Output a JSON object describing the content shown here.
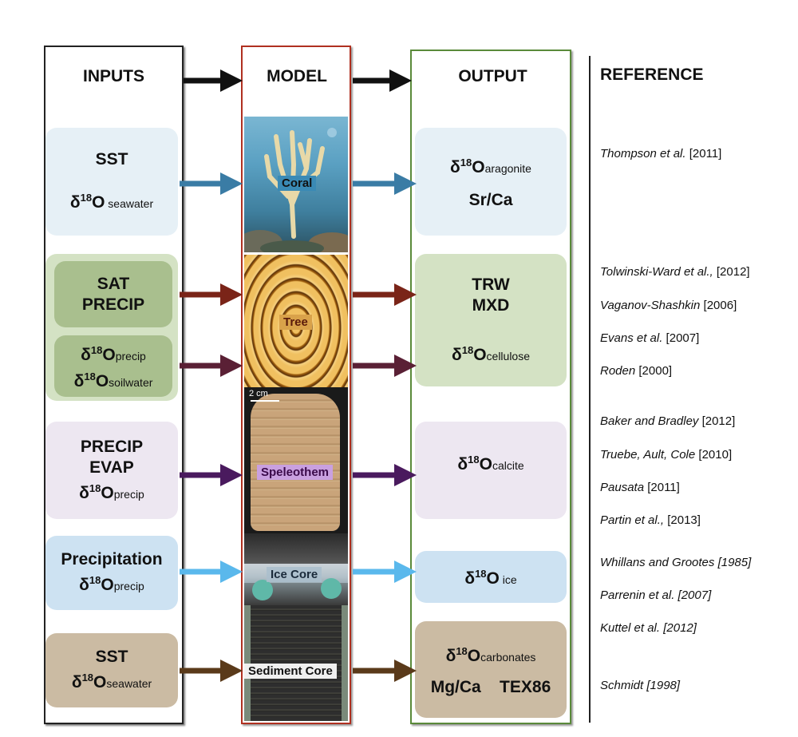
{
  "headers": {
    "inputs": "INPUTS",
    "model": "MODEL",
    "output": "OUTPUT",
    "reference": "REFERENCE"
  },
  "inputs": {
    "coral": {
      "line1": "SST",
      "line2_main": "δ",
      "line2_sup": "18",
      "line2_o": "O",
      "line2_sub": " seawater"
    },
    "tree_a": {
      "line1": "SAT",
      "line2": "PRECIP"
    },
    "tree_b": {
      "l1_sup": "18",
      "l1_sub": "precip",
      "l2_sup": "18",
      "l2_sub": "soilwater"
    },
    "speleothem": {
      "line1": "PRECIP",
      "line2": "EVAP",
      "l3_sup": "18",
      "l3_sub": "precip"
    },
    "icecore": {
      "line1": "Precipitation",
      "l2_sup": "18",
      "l2_sub": "precip"
    },
    "sediment": {
      "line1": "SST",
      "l2_sup": "18",
      "l2_sub": "seawater"
    }
  },
  "models": {
    "coral": "Coral",
    "tree": "Tree",
    "speleothem": "Speleothem",
    "speleothem_scale": "2 cm",
    "icecore": "Ice Core",
    "sediment": "Sediment Core"
  },
  "outputs": {
    "coral": {
      "l1_sup": "18",
      "l1_sub": "aragonite",
      "line2": "Sr/Ca"
    },
    "tree": {
      "line1": "TRW",
      "line2": "MXD",
      "l3_sup": "18",
      "l3_sub": "cellulose"
    },
    "speleothem": {
      "l1_sup": "18",
      "l1_sub": "calcite"
    },
    "icecore": {
      "l1_sup": "18",
      "l1_sub": " ice"
    },
    "sediment": {
      "l1_sup": "18",
      "l1_sub": "carbonates",
      "line2": "Mg/Ca    TEX86"
    }
  },
  "references": [
    {
      "author": "Thompson et al.",
      "rest": " [2011]"
    },
    {
      "author": "Tolwinski-Ward et al.,",
      "rest": " [2012]"
    },
    {
      "author": "Vaganov-Shashkin",
      "rest": " [2006]"
    },
    {
      "author": "Evans et al.",
      "rest": " [2007]"
    },
    {
      "author": "Roden",
      "rest": " [2000]"
    },
    {
      "author": "Baker and Bradley",
      "rest": " [2012]"
    },
    {
      "author": "Truebe, Ault, Cole",
      "rest": " [2010]"
    },
    {
      "author": "Pausata",
      "rest": " [2011]"
    },
    {
      "author": "Partin et al.,",
      "rest": " [2013]"
    },
    {
      "author": "Whillans and Grootes [1985]",
      "rest": ""
    },
    {
      "author": "Parrenin et al. [2007]",
      "rest": ""
    },
    {
      "author": "Kuttel et al. [2012]",
      "rest": ""
    },
    {
      "author": "Schmidt [1998]",
      "rest": ""
    }
  ],
  "colors": {
    "coral": "#3a7ca5",
    "tree_a": "#7a2418",
    "tree_b": "#5a2035",
    "speleothem": "#4a1a5e",
    "icecore": "#5ab8ec",
    "sediment": "#5a3a1a",
    "box_blue": "#e6f0f6",
    "box_green_outer": "#d4e2c4",
    "box_green_inner": "#a9bf8e",
    "box_purple": "#ede7f1",
    "box_lightblue": "#cde2f2",
    "box_tan": "#cbbba3",
    "frame_model": "#b03020",
    "frame_output": "#5a8a3a"
  }
}
